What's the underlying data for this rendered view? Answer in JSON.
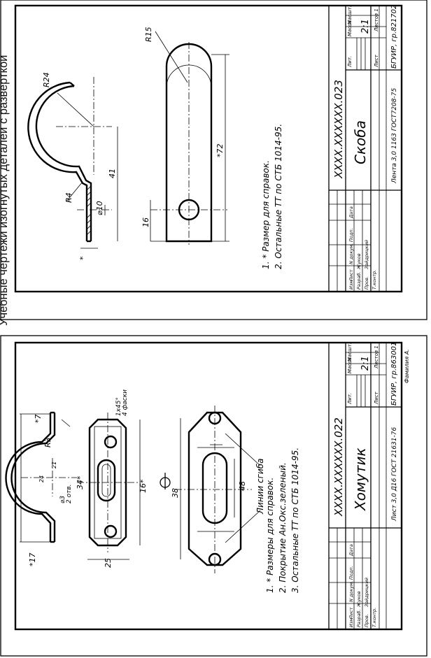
{
  "side_caption": "Учебные чертежи изогнутых деталей с разверткой",
  "sheet1": {
    "doc_number": "XXXX.XXXXXX.023",
    "part_name": "Скоба",
    "material": "Лента 3,0 1163 ГОСТ7208-75",
    "org": "БГУИР, гр.821702",
    "scale": "2:1",
    "col_lit": "Лит.",
    "col_mass": "Масса",
    "col_scale": "Масшт.",
    "sheet_label": "Лист",
    "sheets_label": "Листов 1",
    "stamp_cols": [
      "Изм",
      "Лист",
      "N докум.",
      "Подп.",
      "Дата"
    ],
    "stamp_rows": [
      "Разраб.",
      "Пров.",
      "Т.контр."
    ],
    "developer": "Жуков",
    "checker": "Зайдрицкий",
    "notes": [
      "1. * Размер для справок.",
      "2. Остальные ТТ по СТБ 1014-95."
    ],
    "dims": {
      "r24": "R24",
      "r4": "R4",
      "r15": "R15",
      "d41": "41",
      "d10": "⌀10",
      "d72": "*72",
      "d16": "16",
      "star": "*"
    }
  },
  "sheet2": {
    "doc_number": "XXXX.XXXXXX.022",
    "part_name": "Хомутик",
    "material": "Лист 3,0 Д16 ГОСТ 21631-76",
    "org": "БГУИР, гр.863001",
    "scale": "2:1",
    "col_lit": "Лит.",
    "col_mass": "Масса",
    "col_scale": "Масшт.",
    "sheet_label": "Лист",
    "sheets_label": "Листов 1",
    "stamp_cols": [
      "Изм",
      "Лист",
      "N докум.",
      "Подп.",
      "Дата"
    ],
    "stamp_rows": [
      "Разраб.",
      "Пров.",
      "Т.контр."
    ],
    "developer": "Жуков",
    "checker": "Зайдрицкий",
    "drawn_by": "Фамилия А.",
    "notes": [
      "1. * Размеры для справок.",
      "2. Покрытие Ан.Окс.зеленый.",
      "3. Остальные ТТ по СТБ 1014-95."
    ],
    "bend_lines": "Линии сгиба",
    "dims": {
      "r3": "R3",
      "d17": "*17",
      "d25": "25",
      "d34": "34*",
      "d38": "38",
      "d48": "48",
      "d7": "*7",
      "d16": "16*",
      "chamfer": "1x45°",
      "chamfer2": "4 фаски",
      "holes": "⌀3",
      "holes2": "2 отв.",
      "d24": "24",
      "d21": "21"
    }
  }
}
